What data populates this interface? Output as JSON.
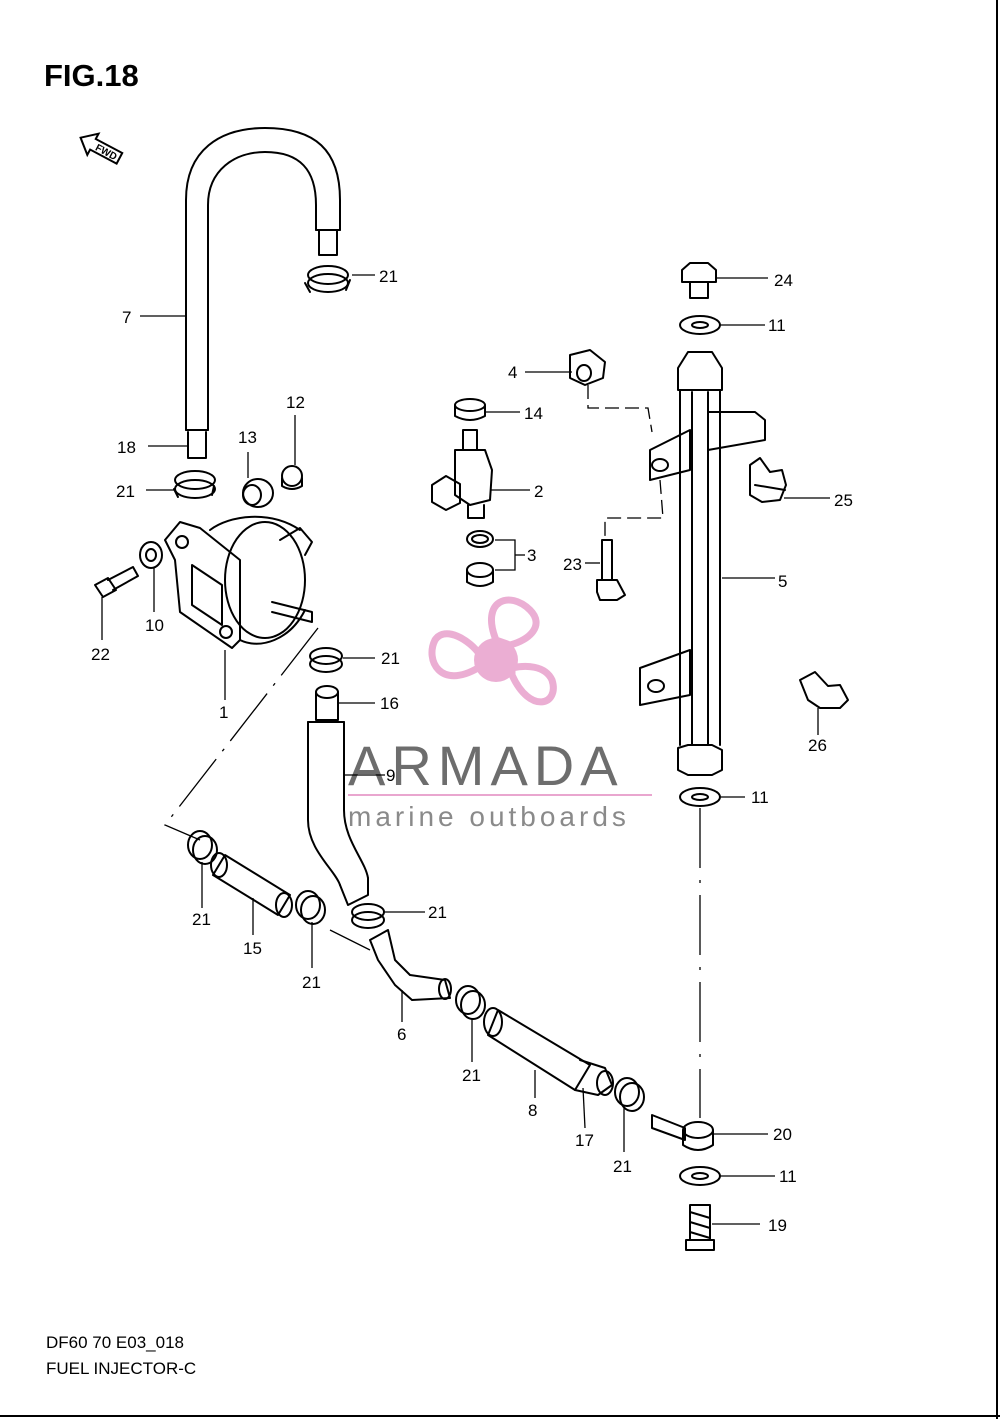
{
  "figure": {
    "title": "FIG.18",
    "model_code": "DF60 70 E03_018",
    "section_name": "FUEL INJECTOR-C",
    "fwd_label": "FWD"
  },
  "watermark": {
    "brand": "ARMADA",
    "tagline": "marine outboards",
    "color": "#e9a6cf"
  },
  "callouts": [
    {
      "id": "c1",
      "text": "1"
    },
    {
      "id": "c2",
      "text": "2"
    },
    {
      "id": "c3",
      "text": "3"
    },
    {
      "id": "c4",
      "text": "4"
    },
    {
      "id": "c5",
      "text": "5"
    },
    {
      "id": "c6",
      "text": "6"
    },
    {
      "id": "c7",
      "text": "7"
    },
    {
      "id": "c8",
      "text": "8"
    },
    {
      "id": "c9",
      "text": "9"
    },
    {
      "id": "c10",
      "text": "10"
    },
    {
      "id": "c11a",
      "text": "11"
    },
    {
      "id": "c11b",
      "text": "11"
    },
    {
      "id": "c11c",
      "text": "11"
    },
    {
      "id": "c12",
      "text": "12"
    },
    {
      "id": "c13",
      "text": "13"
    },
    {
      "id": "c14",
      "text": "14"
    },
    {
      "id": "c15",
      "text": "15"
    },
    {
      "id": "c16",
      "text": "16"
    },
    {
      "id": "c17",
      "text": "17"
    },
    {
      "id": "c18",
      "text": "18"
    },
    {
      "id": "c19",
      "text": "19"
    },
    {
      "id": "c20",
      "text": "20"
    },
    {
      "id": "c21a",
      "text": "21"
    },
    {
      "id": "c21b",
      "text": "21"
    },
    {
      "id": "c21c",
      "text": "21"
    },
    {
      "id": "c21d",
      "text": "21"
    },
    {
      "id": "c21e",
      "text": "21"
    },
    {
      "id": "c21f",
      "text": "21"
    },
    {
      "id": "c21g",
      "text": "21"
    },
    {
      "id": "c21h",
      "text": "21"
    },
    {
      "id": "c22",
      "text": "22"
    },
    {
      "id": "c23",
      "text": "23"
    },
    {
      "id": "c24",
      "text": "24"
    },
    {
      "id": "c25",
      "text": "25"
    },
    {
      "id": "c26",
      "text": "26"
    }
  ]
}
